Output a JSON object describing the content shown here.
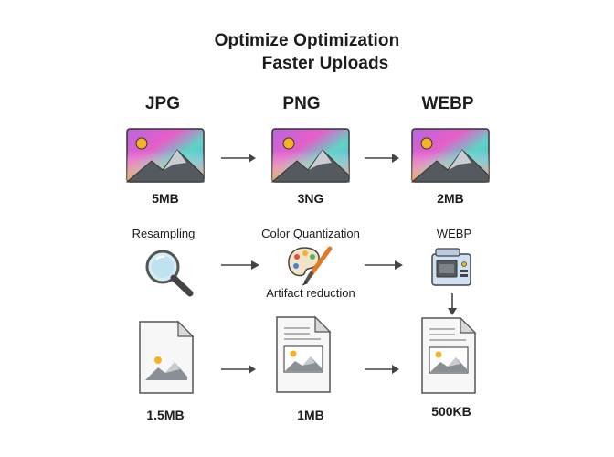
{
  "title": {
    "line1": "Optimize Optimization",
    "line2": "Faster Uploads"
  },
  "formats": [
    {
      "label": "JPG",
      "size": "5MB"
    },
    {
      "label": "PNG",
      "size": "3NG"
    },
    {
      "label": "WEBP",
      "size": "2MB"
    }
  ],
  "steps": {
    "resampling": "Resampling",
    "color_quantization": "Color Quantization",
    "artifact_reduction": "Artifact reduction",
    "webp": "WEBP"
  },
  "files": [
    {
      "size": "1.5MB"
    },
    {
      "size": "1MB"
    },
    {
      "size": "500KB"
    }
  ],
  "icons": {
    "image": "landscape-image-icon",
    "magnifier": "magnifier-icon",
    "palette": "palette-brush-icon",
    "device": "webp-device-icon",
    "document": "document-image-icon",
    "arrow": "arrow-icon"
  },
  "colors": {
    "gradient_pink": "#e65fc8",
    "gradient_orange": "#f79a52",
    "gradient_teal": "#5fd3c6",
    "gradient_blue": "#5fa8e6",
    "sun": "#f5b323",
    "mountain_dark": "#555a60",
    "mountain_light": "#c9ccd0"
  }
}
